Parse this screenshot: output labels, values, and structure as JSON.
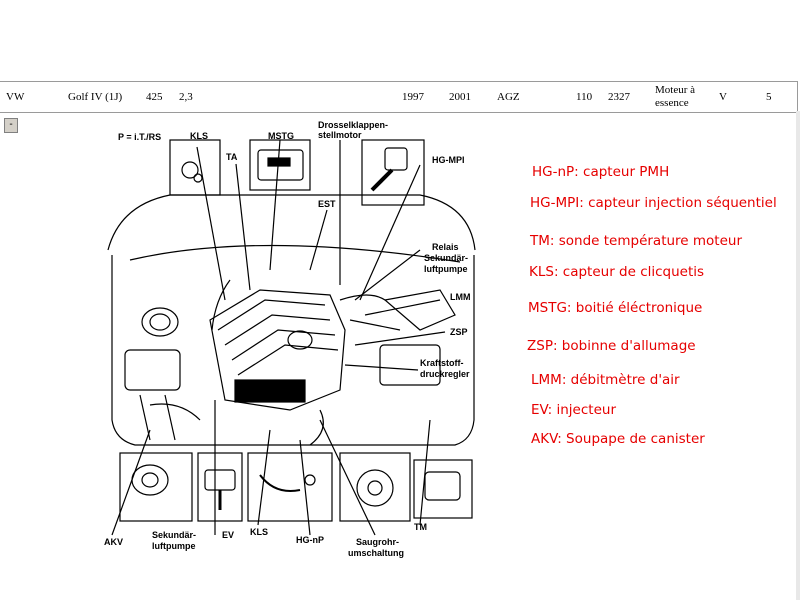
{
  "vehicle": {
    "make": "VW",
    "model": "Golf IV (1J)",
    "code": "425",
    "displacement": "2,3",
    "year_from": "1997",
    "year_to": "2001",
    "engine_code": "AGZ",
    "power_kw": "110",
    "ccm": "2327",
    "engine_type": "Moteur à essence",
    "valve": "V",
    "cylinders": "5"
  },
  "toolbar": {
    "collapse_label": "-"
  },
  "diagram": {
    "header": "P = i.T./RS",
    "callouts": {
      "kls_top": "KLS",
      "mstg": "MSTG",
      "drossel_1": "Drosselklappen-",
      "drossel_2": "stellmotor",
      "ta": "TA",
      "hg_mpi": "HG-MPI",
      "est": "EST",
      "relais_1": "Relais",
      "relais_2": "Sekundär-",
      "relais_3": "luftpumpe",
      "lmm": "LMM",
      "zsp": "ZSP",
      "kraft_1": "Kraftstoff-",
      "kraft_2": "druckregler",
      "akv": "AKV",
      "sekundar_1": "Sekundär-",
      "sekundar_2": "luftpumpe",
      "ev": "EV",
      "kls_bottom": "KLS",
      "hg_np": "HG-nP",
      "saugrohr_1": "Saugrohr-",
      "saugrohr_2": "umschaltung",
      "tm": "TM"
    }
  },
  "legend": [
    "HG-nP: capteur PMH",
    "HG-MPI: capteur injection séquentiel",
    "TM: sonde température moteur",
    "KLS: capteur de clicquetis",
    "MSTG: boitié éléctronique",
    "ZSP: bobinne d'allumage",
    "LMM: débitmètre d'air",
    "EV: injecteur",
    "AKV: Soupape de canister"
  ],
  "colors": {
    "legend_text": "#e60000",
    "line_art": "#000000",
    "row_border": "#9a9a9a"
  }
}
